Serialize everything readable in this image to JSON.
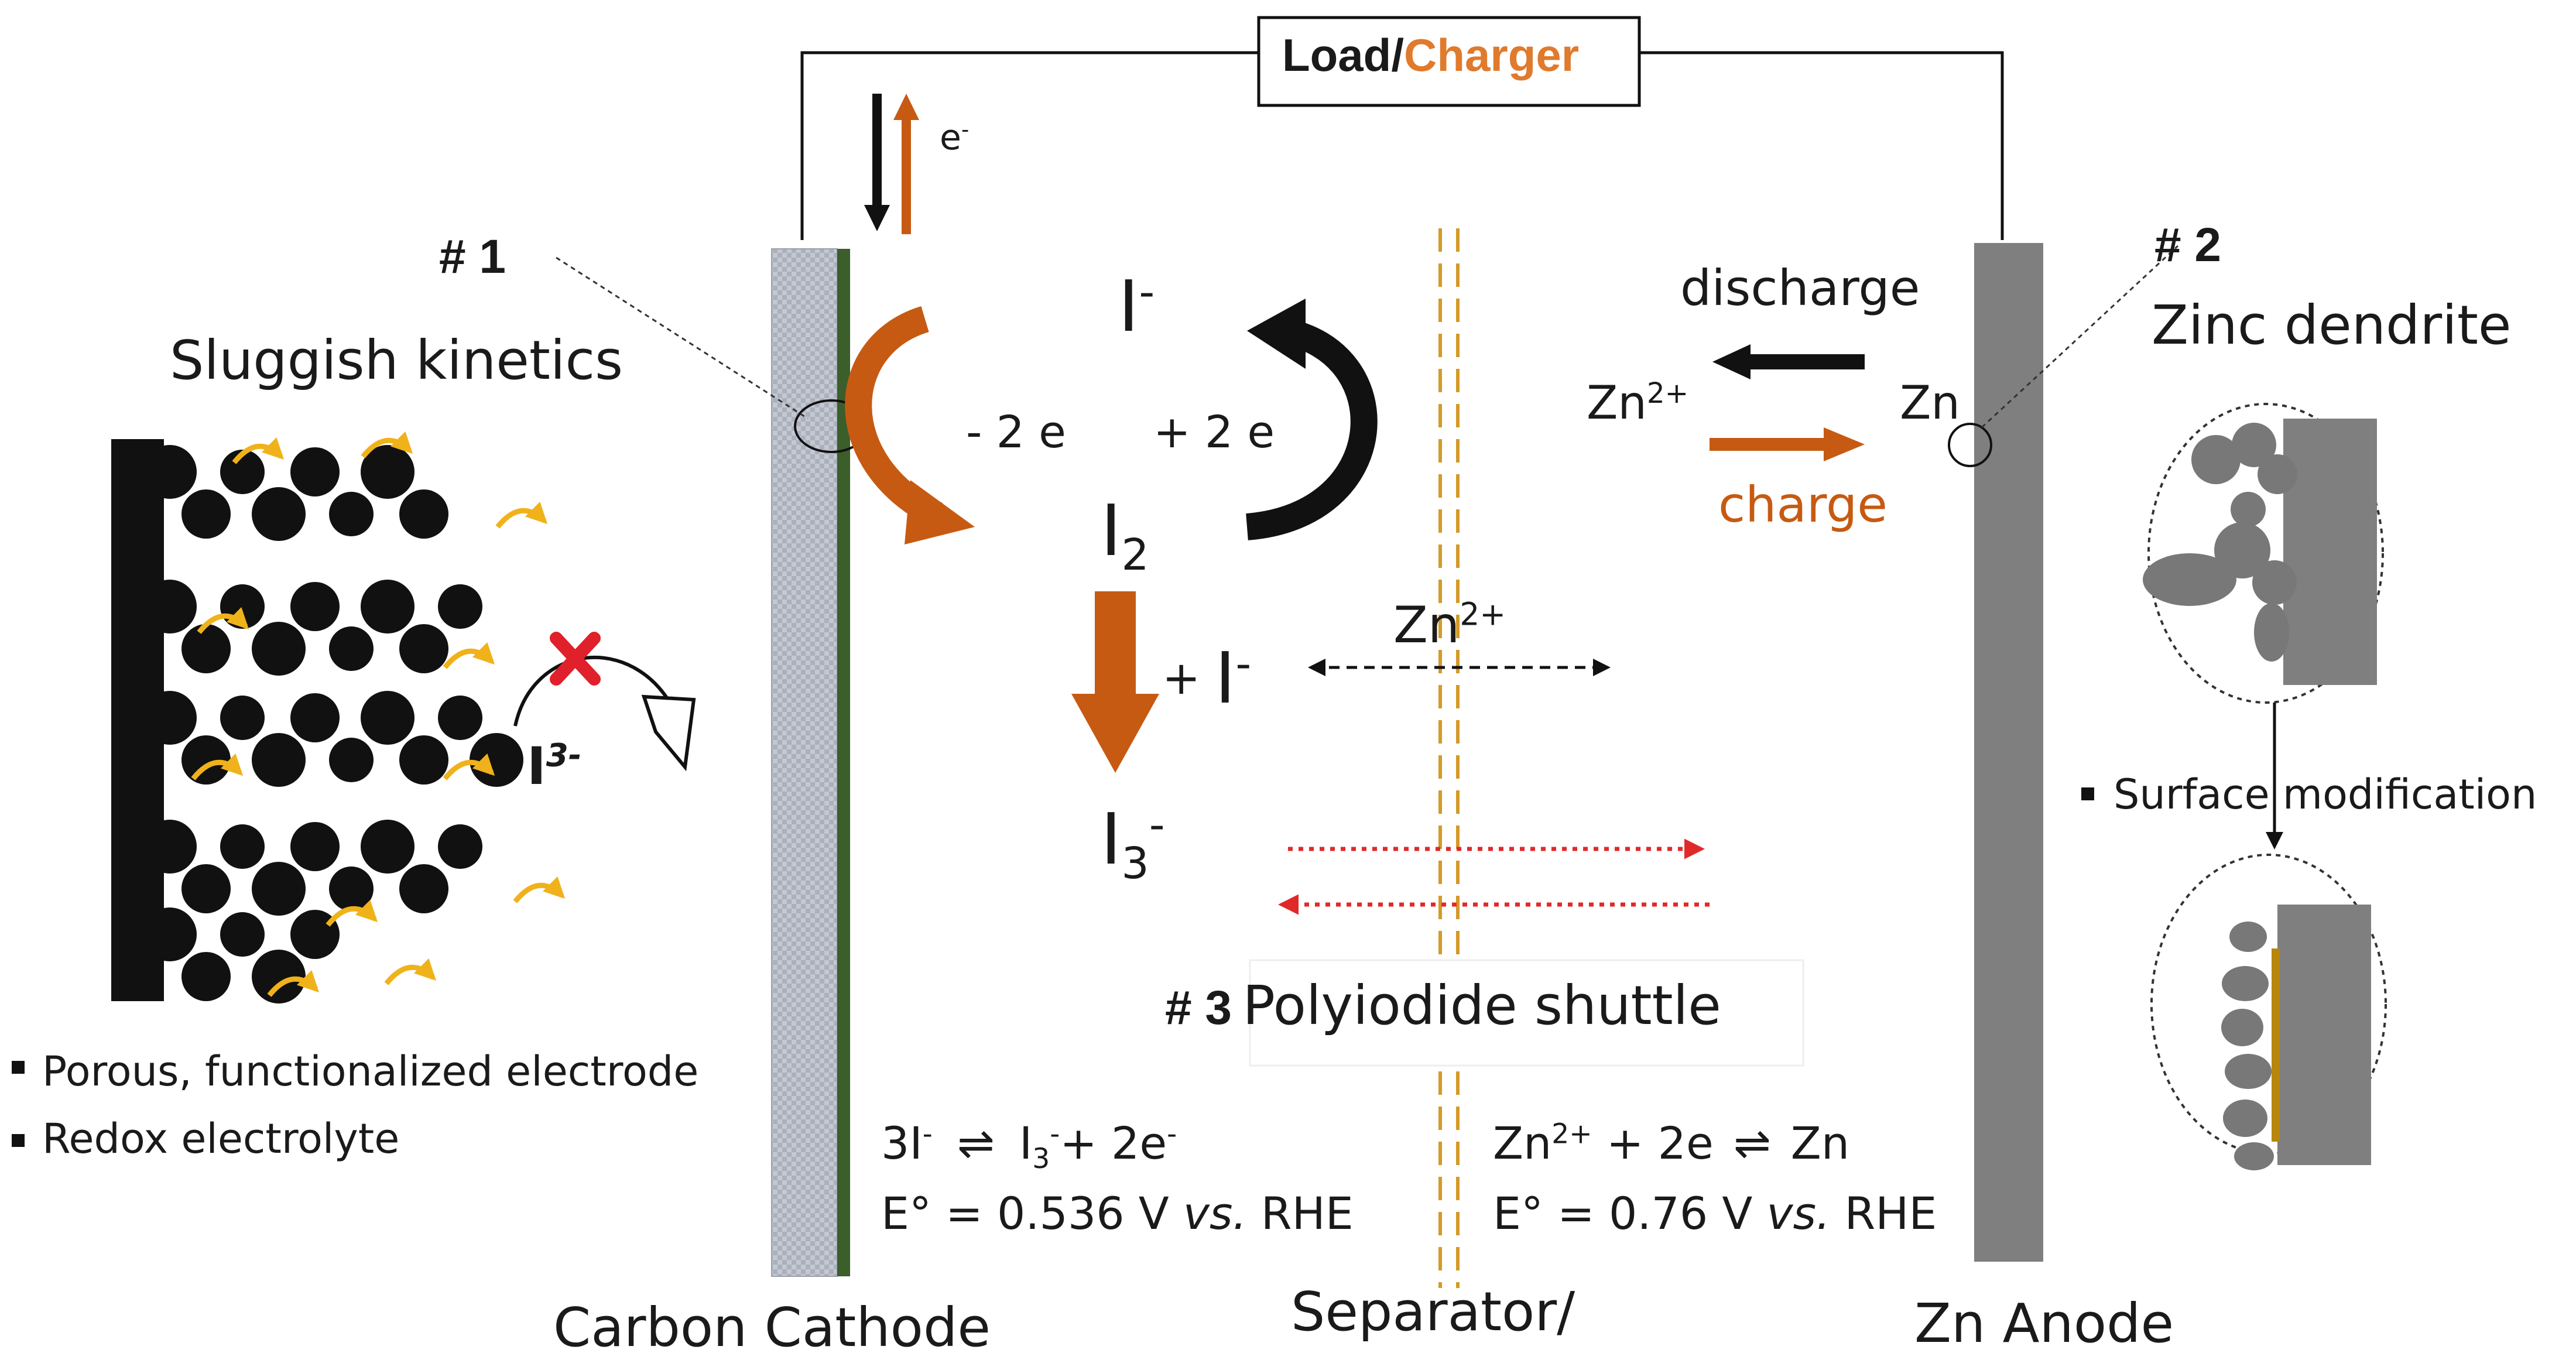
{
  "header": {
    "load": "Load/",
    "charger": "Charger"
  },
  "electron_label": "e",
  "electron_sup": "-",
  "issues": {
    "n1": {
      "tag": "# 1",
      "title": "Sluggish kinetics"
    },
    "n2": {
      "tag": "# 2",
      "title": "Zinc dendrite"
    },
    "n3": {
      "tag": "# 3",
      "title": "Polyiodide shuttle"
    }
  },
  "cathode_bullets": [
    "Porous, functionalized electrode",
    "Redox electrolyte"
  ],
  "anode_bullet": "Surface modification",
  "triiodide_label": {
    "base": "I",
    "sup": "3-"
  },
  "iodine_cycle": {
    "iodide": "I",
    "iodide_sup": "-",
    "minus_2e": "- 2 e",
    "plus_2e": "+ 2 e",
    "iodine": "I",
    "iodine_sub": "2",
    "plus_iodide": "+",
    "iodide2": "I",
    "iodide2_sup": "-",
    "triiodide": "I",
    "triiodide_sub": "3",
    "triiodide_sup": "-"
  },
  "zinc_process": {
    "discharge": "discharge",
    "charge": "charge",
    "zn_ion": "Zn",
    "zn_ion_sup": "2+",
    "zn": "Zn"
  },
  "separator_ion": {
    "base": "Zn",
    "sup": "2+"
  },
  "equations": {
    "cathode_reaction": {
      "left": "3I",
      "left_sup": "-",
      "arrow": "⇌",
      "right": "I",
      "right_sub": "3",
      "right_sup": "-",
      "tail": "+ 2e",
      "tail_sup": "-"
    },
    "cathode_potential": {
      "pre": "E° = 0.536 V ",
      "vs": "vs.",
      "post": " RHE"
    },
    "anode_reaction": {
      "left": "Zn",
      "left_sup": "2+",
      "mid": " + 2e ",
      "arrow": "⇌",
      "right": " Zn"
    },
    "anode_potential": {
      "pre": "E° =  0.76 V ",
      "vs": "vs.",
      "post": " RHE"
    }
  },
  "bottom_labels": {
    "cathode": "Carbon Cathode",
    "separator": "Separator/",
    "anode": "Zn Anode"
  },
  "colors": {
    "orange": "#c65a12",
    "label_orange": "#e07a2c",
    "gold": "#d4a52d",
    "red_cross": "#e0202a",
    "red_dots": "#e02a2a",
    "anode_gray": "#7f7f7f",
    "cathode_green": "#3b5e2b",
    "cathode_checker": "#b7bdc8",
    "dendrite_gray": "#787878"
  }
}
